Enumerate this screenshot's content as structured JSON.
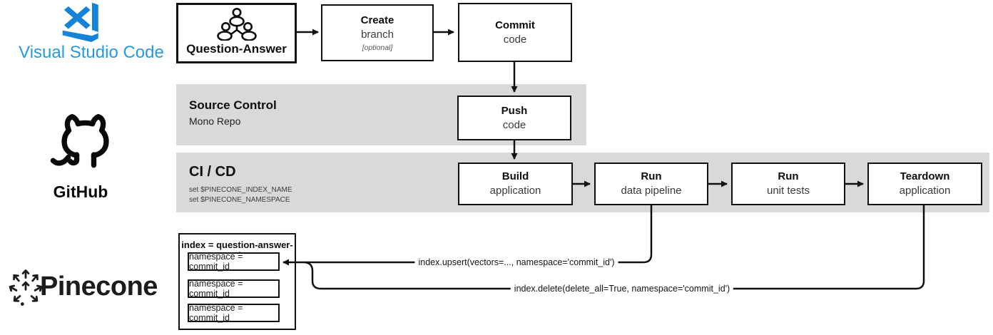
{
  "logos": {
    "vscode": {
      "name": "Visual Studio Code",
      "brand_color": "#1584d8",
      "text_color": "#2899dd"
    },
    "github": {
      "name": "GitHub"
    },
    "pinecone": {
      "name": "Pinecone"
    }
  },
  "boxes": {
    "question_answer": {
      "title": "Question-Answer"
    },
    "create": {
      "title": "Create",
      "subtitle": "branch",
      "note": "[optional]"
    },
    "commit": {
      "title": "Commit",
      "subtitle": "code"
    },
    "push": {
      "title": "Push",
      "subtitle": "code"
    },
    "build": {
      "title": "Build",
      "subtitle": "application"
    },
    "run_data_pipeline": {
      "title": "Run",
      "subtitle": "data pipeline"
    },
    "run_unit_tests": {
      "title": "Run",
      "subtitle": "unit tests"
    },
    "teardown": {
      "title": "Teardown",
      "subtitle": "application"
    }
  },
  "bands": {
    "source_control": {
      "title": "Source Control",
      "subtitle": "Mono Repo",
      "bg_color": "#d9d9d9"
    },
    "ci_cd": {
      "title": "CI / CD",
      "env_lines": [
        "set $PINECONE_INDEX_NAME",
        "set $PINECONE_NAMESPACE"
      ],
      "bg_color": "#d9d9d9"
    }
  },
  "index_store": {
    "title": "index = question-answer-ci",
    "namespaces": [
      "namespace = commit_id",
      "namespace = commit_id",
      "namespace = commit_id"
    ]
  },
  "annotations": {
    "upsert_call": "index.upsert(vectors=..., namespace='commit_id')",
    "delete_call": "index.delete(delete_all=True, namespace='commit_id')"
  }
}
